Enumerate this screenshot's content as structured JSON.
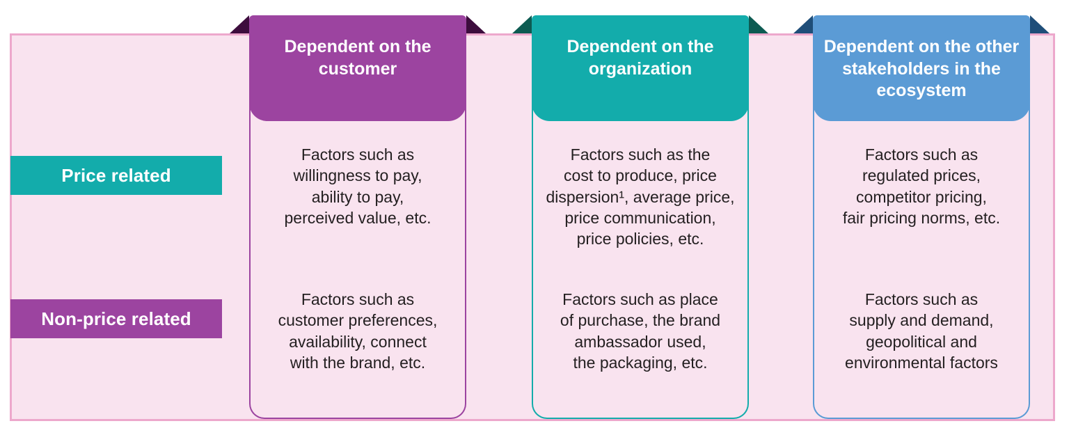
{
  "theme": {
    "panel_background": "#f9e3ef",
    "panel_border": "#eda8cc",
    "purple": "#9c44a0",
    "purple_dark": "#3d0d3d",
    "teal": "#13acab",
    "teal_dark": "#0d5b52",
    "blue": "#5b9bd5",
    "blue_dark": "#1f4e79",
    "text": "#231f20",
    "white": "#ffffff"
  },
  "row_labels": [
    {
      "label": "Price related",
      "color": "#13acab"
    },
    {
      "label": "Non-price related",
      "color": "#9c44a0"
    }
  ],
  "columns": [
    {
      "header": "Dependent on\nthe customer",
      "color": "#9c44a0",
      "fold_color": "#3d0d3d",
      "cells": [
        "Factors such as\nwillingness to pay,\nability to pay,\nperceived value, etc.",
        "Factors such as\ncustomer preferences,\navailability, connect\nwith the brand, etc."
      ]
    },
    {
      "header": "Dependent on\nthe organization",
      "color": "#13acab",
      "fold_color": "#0d5b52",
      "cells": [
        "Factors such as the\ncost to produce, price\ndispersion¹, average price,\nprice communication,\nprice policies, etc.",
        "Factors such as place\nof purchase, the brand\nambassador used,\nthe packaging, etc."
      ]
    },
    {
      "header": "Dependent on the\nother stakeholders\nin the ecosystem",
      "color": "#5b9bd5",
      "fold_color": "#1f4e79",
      "cells": [
        "Factors such as\nregulated prices,\ncompetitor pricing,\nfair pricing norms, etc.",
        "Factors such as\nsupply and demand,\ngeopolitical and\nenvironmental factors"
      ]
    }
  ]
}
